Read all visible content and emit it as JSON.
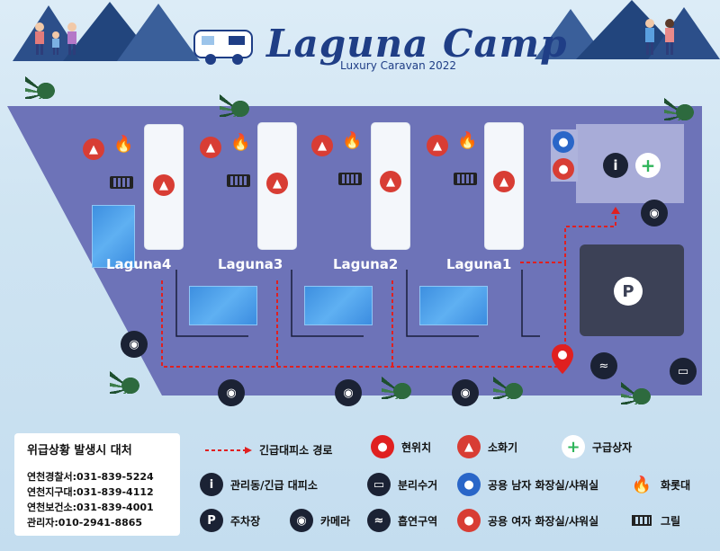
{
  "header": {
    "title": "Laguna Camp",
    "subtitle": "Luxury Caravan 2022"
  },
  "sites": [
    {
      "label": "Laguna4"
    },
    {
      "label": "Laguna3"
    },
    {
      "label": "Laguna2"
    },
    {
      "label": "Laguna1"
    }
  ],
  "map": {
    "info_symbol": "i",
    "firstaid_symbol": "+",
    "parking_symbol": "P",
    "colors": {
      "ground": "#6d73b8",
      "route": "#e02020",
      "pool": "#4a9ee8",
      "parking": "#3c4156"
    }
  },
  "emergency": {
    "title": "위급상황 발생시 대처",
    "contacts": [
      "연천경찰서:031-839-5224",
      "연천지구대:031-839-4112",
      "연천보건소:031-839-4001",
      "관리자:010-2941-8865"
    ]
  },
  "legend": {
    "route": "긴급대피소 경로",
    "current": "현위치",
    "extinguisher": "소화기",
    "firstaid": "구급상자",
    "office": "관리동/긴급 대피소",
    "recycle": "분리수거",
    "men_toilet": "공용 남자 화장실/샤워실",
    "campfire": "화롯대",
    "parking": "주차장",
    "camera": "카메라",
    "smoking": "흡연구역",
    "women_toilet": "공용 여자 화장실/샤워실",
    "grill": "그릴"
  }
}
